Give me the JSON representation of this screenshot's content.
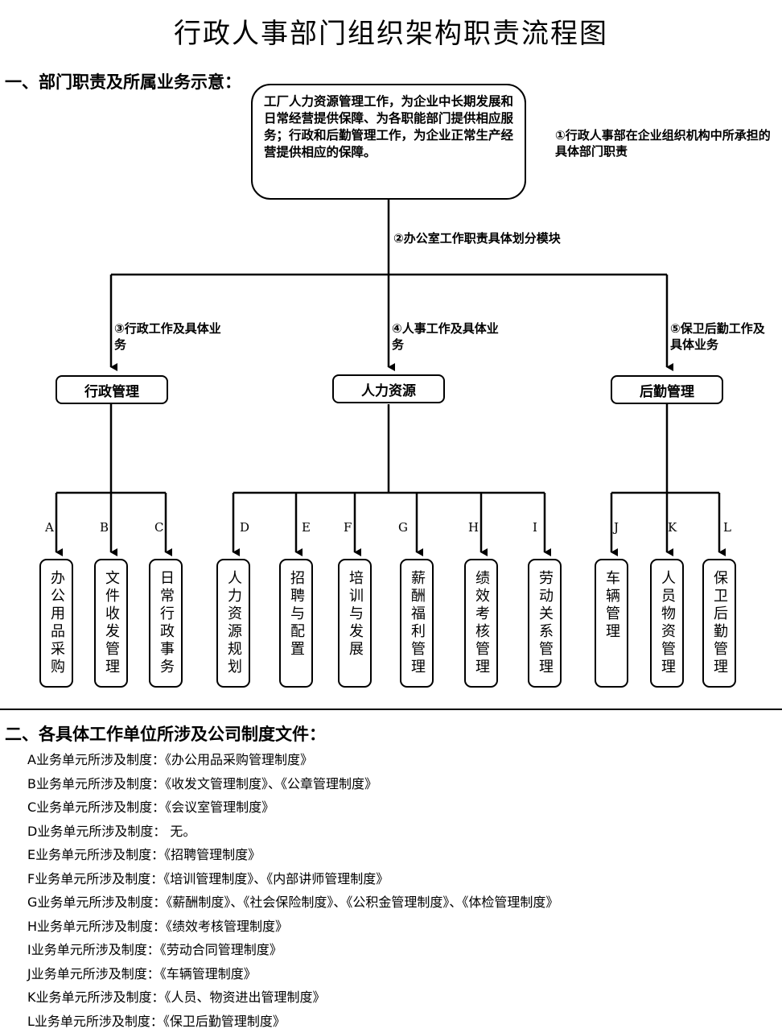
{
  "title": "行政人事部门组织架构职责流程图",
  "section1": "一、部门职责及所属业务示意：",
  "top_box": "工厂人力资源管理工作，为企业中长期发展和日常经营提供保障、为各职能部门提供相应服务；行政和后勤管理工作，为企业正常生产经营提供相应的保障。",
  "note1": "①行政人事部在企业组织机构中所承担的具体部门职责",
  "note2": "②办公室工作职责具体划分模块",
  "branch_labels": {
    "b3": "③行政工作及具体业务",
    "b4": "④人事工作及具体业务",
    "b5": "⑤保卫后勤工作及具体业务"
  },
  "mid_boxes": {
    "admin": "行政管理",
    "hr": "人力资源",
    "logistics": "后勤管理"
  },
  "leaves": [
    {
      "letter": "A",
      "label": "办公用品采购"
    },
    {
      "letter": "B",
      "label": "文件收发管理"
    },
    {
      "letter": "C",
      "label": "日常行政事务"
    },
    {
      "letter": "D",
      "label": "人力资源规划"
    },
    {
      "letter": "E",
      "label": "招聘与配置"
    },
    {
      "letter": "F",
      "label": "培训与发展"
    },
    {
      "letter": "G",
      "label": "薪酬福利管理"
    },
    {
      "letter": "H",
      "label": "绩效考核管理"
    },
    {
      "letter": "I",
      "label": "劳动关系管理"
    },
    {
      "letter": "J",
      "label": "车辆管理"
    },
    {
      "letter": "K",
      "label": "人员物资管理"
    },
    {
      "letter": "L",
      "label": "保卫后勤管理"
    }
  ],
  "section2": "二、各具体工作单位所涉及公司制度文件：",
  "rules": [
    "A业务单元所涉及制度：《办公用品采购管理制度》",
    "B业务单元所涉及制度：《收发文管理制度》、《公章管理制度》",
    "C业务单元所涉及制度：《会议室管理制度》",
    "D业务单元所涉及制度： 无。",
    "E业务单元所涉及制度：《招聘管理制度》",
    "F业务单元所涉及制度：《培训管理制度》、《内部讲师管理制度》",
    "G业务单元所涉及制度：《薪酬制度》、《社会保险制度》、《公积金管理制度》、《体检管理制度》",
    "H业务单元所涉及制度：《绩效考核管理制度》",
    "I业务单元所涉及制度：《劳动合同管理制度》",
    "J业务单元所涉及制度：《车辆管理制度》",
    "K业务单元所涉及制度：《人员、物资进出管理制度》",
    "L业务单元所涉及制度：《保卫后勤管理制度》"
  ]
}
